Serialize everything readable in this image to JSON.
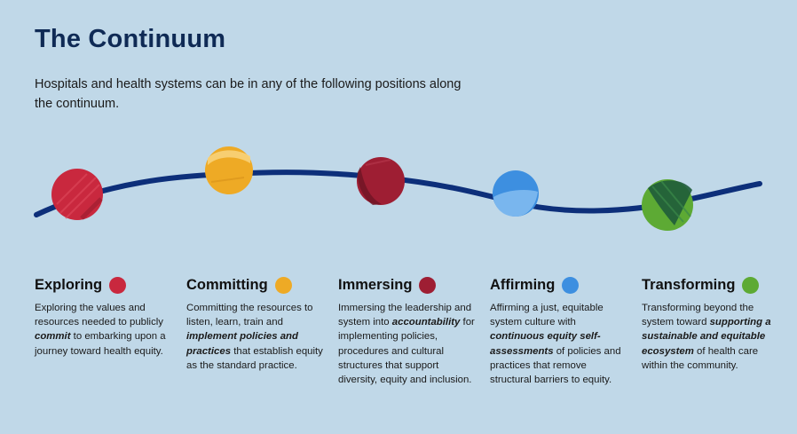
{
  "title": "The Continuum",
  "intro": "Hospitals and health systems can be in any of the following positions along the continuum.",
  "colors": {
    "background": "#c0d8e8",
    "title": "#0f2a55",
    "line": "#0d2f7a",
    "exploring": "#c9283e",
    "committing": "#eeaa25",
    "immersing": "#9e1e33",
    "affirming": "#3d8fe0",
    "transforming": "#5daa34"
  },
  "stages": [
    {
      "name": "Exploring",
      "icon": "red-circle",
      "text": [
        "Exploring the values and resources needed to publicly ",
        "commit",
        " to embarking upon a journey toward health equity."
      ]
    },
    {
      "name": "Committing",
      "icon": "yellow-circle",
      "text": [
        "Committing the resources to listen, learn, train and ",
        "implement policies and practices",
        " that establish equity as the standard practice."
      ]
    },
    {
      "name": "Immersing",
      "icon": "maroon-circle",
      "text": [
        "Immersing the leadership and system into ",
        "accountability",
        " for implementing policies, procedures and cultural structures that support diversity, equity and inclusion."
      ]
    },
    {
      "name": "Affirming",
      "icon": "blue-circle",
      "text": [
        "Affirming a just, equitable system culture with ",
        "continuous equity self-assessments",
        " of policies and practices that remove structural barriers to equity."
      ]
    },
    {
      "name": "Transforming",
      "icon": "green-circle",
      "text": [
        "Transforming beyond the system toward ",
        "supporting a sustainable and equitable ecosystem",
        " of health care within the community."
      ]
    }
  ]
}
